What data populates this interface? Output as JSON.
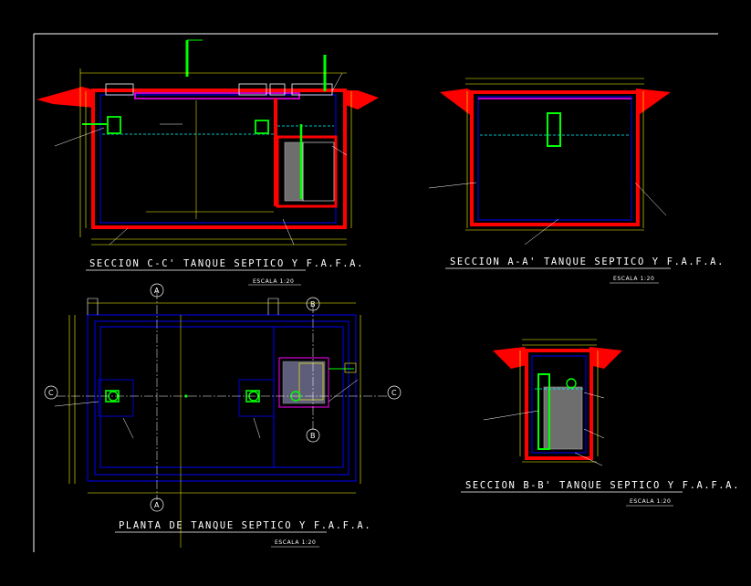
{
  "drawing": {
    "background": "#000000",
    "colors": {
      "concrete_wall": "#ff0000",
      "soil": "#ff0000",
      "wall_inner": "#0000ff",
      "pipe": "#00ff00",
      "dimension": "#ffff00",
      "text": "#ffffff",
      "water": "#00ffff",
      "gravel": "#808080",
      "plan_wall": "#0000ff",
      "magenta": "#ff00ff"
    }
  },
  "views": {
    "section_cc": {
      "title": "SECCION C-C' TANQUE SEPTICO Y F.A.F.A.",
      "scale": "ESCALA 1:20"
    },
    "section_aa": {
      "title": "SECCION A-A' TANQUE SEPTICO Y F.A.F.A.",
      "scale": "ESCALA 1:20"
    },
    "plan": {
      "title": "PLANTA DE TANQUE SEPTICO Y F.A.F.A.",
      "scale": "ESCALA 1:20"
    },
    "section_bb": {
      "title": "SECCION B-B' TANQUE SEPTICO Y F.A.F.A.",
      "scale": "ESCALA 1:20"
    }
  },
  "section_markers": {
    "a_top": "A",
    "a_bottom": "A",
    "b_top": "B",
    "b_bottom": "B",
    "c_left": "C",
    "c_right": "C"
  }
}
